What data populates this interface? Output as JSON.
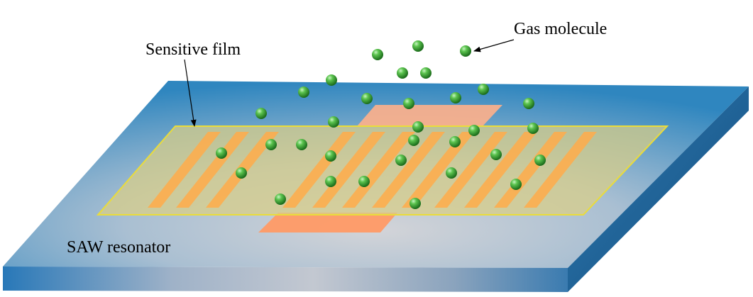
{
  "labels": {
    "sensitive_film": "Sensitive film",
    "gas_molecule": "Gas molecule",
    "saw_resonator": "SAW resonator"
  },
  "colors": {
    "substrate_top_center": "#c9ced6",
    "substrate_top_edge": "#2a7fb9",
    "substrate_front": "#2474b3",
    "substrate_side": "#1b5d93",
    "film_fill": "#d8cf86",
    "film_stroke": "#e6d93b",
    "electrode": "#ffab4a",
    "pad": "#ff9a66",
    "molecule_light": "#8fe08a",
    "molecule_dark": "#1f7a1f"
  },
  "icons": {
    "molecule": "green-sphere-icon",
    "arrow": "arrow-icon"
  }
}
